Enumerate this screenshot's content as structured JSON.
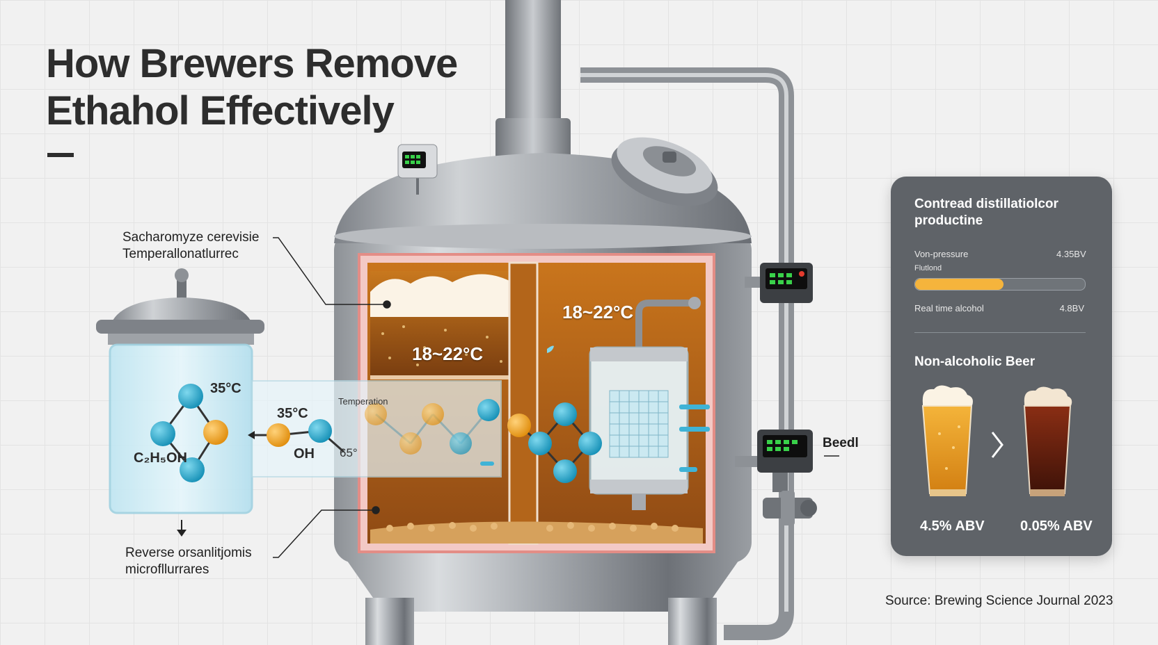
{
  "title": {
    "line1": "How Brewers Remove",
    "line2": "Ethahol Effectively"
  },
  "labels": {
    "yeast_line1": "Sacharomyze cerevisie",
    "yeast_line2": "Temperallonatlurrec",
    "ro_line1": "Reverse orsanlitjomis",
    "ro_line2": "microfllurrares",
    "beedl": "Beedl",
    "temp_foam": "18~22°C",
    "temp_right": "18~22°C",
    "temp_canister": "35°C",
    "temp_mid": "35°C",
    "formula": "C₂H₅OH",
    "oh": "OH",
    "temp_small": "65°",
    "temperation": "Temperation"
  },
  "panel": {
    "title": "Contread distillatiolcor productine",
    "row1_label": "Von-pressure",
    "row1_value": "4.35BV",
    "row2_label": "Flutlond",
    "progress": 0.52,
    "row3_label": "Real time alcohol",
    "row3_value": "4.8BV",
    "nab_title": "Non-alcoholic Beer",
    "beer1_abv": "4.5% ABV",
    "beer2_abv": "0.05% ABV",
    "arrow_icon": "chevron-right-icon"
  },
  "source": "Source: Brewing Science Journal 2023",
  "colors": {
    "panel_bg": "#5f6368",
    "progress_fill": "#f5b43c",
    "molecule_blue": "#1fa3c6",
    "molecule_orange": "#f0a21a",
    "beer_amber": "#e39a1b",
    "beer_dark": "#5a1d0e",
    "display_green": "#39d14a"
  }
}
